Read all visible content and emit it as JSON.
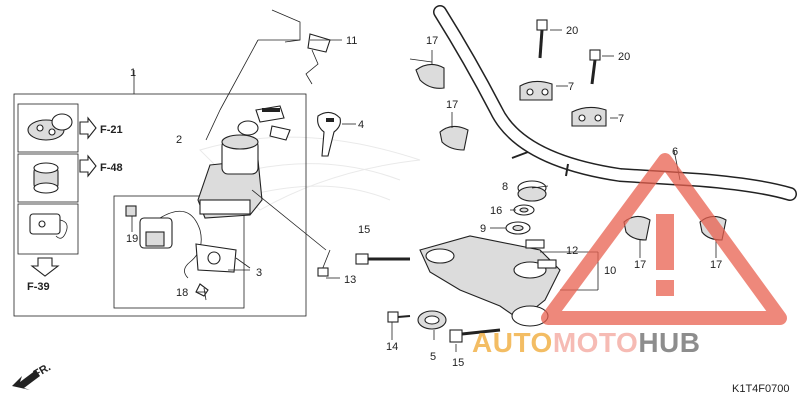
{
  "diagram": {
    "code": "K1T4F0700",
    "direction_label": "FR.",
    "references": [
      "F-21",
      "F-48",
      "F-39"
    ],
    "labels": {
      "p1": "1",
      "p2": "2",
      "p3": "3",
      "p4": "4",
      "p5": "5",
      "p6": "6",
      "p7a": "7",
      "p7b": "7",
      "p8": "8",
      "p9": "9",
      "p10": "10",
      "p11": "11",
      "p12": "12",
      "p13": "13",
      "p14": "14",
      "p15a": "15",
      "p15b": "15",
      "p16": "16",
      "p17a": "17",
      "p17b": "17",
      "p17c": "17",
      "p17d": "17",
      "p18": "18",
      "p19": "19",
      "p20a": "20",
      "p20b": "20"
    }
  },
  "watermark": {
    "part1": "AUTO",
    "part2": "MOTO",
    "part3": "HUB",
    "color_auto": "#f2b24a",
    "color_moto": "#f5b0a8",
    "color_hub": "#7a7a7a",
    "triangle_color": "#e8604f"
  }
}
